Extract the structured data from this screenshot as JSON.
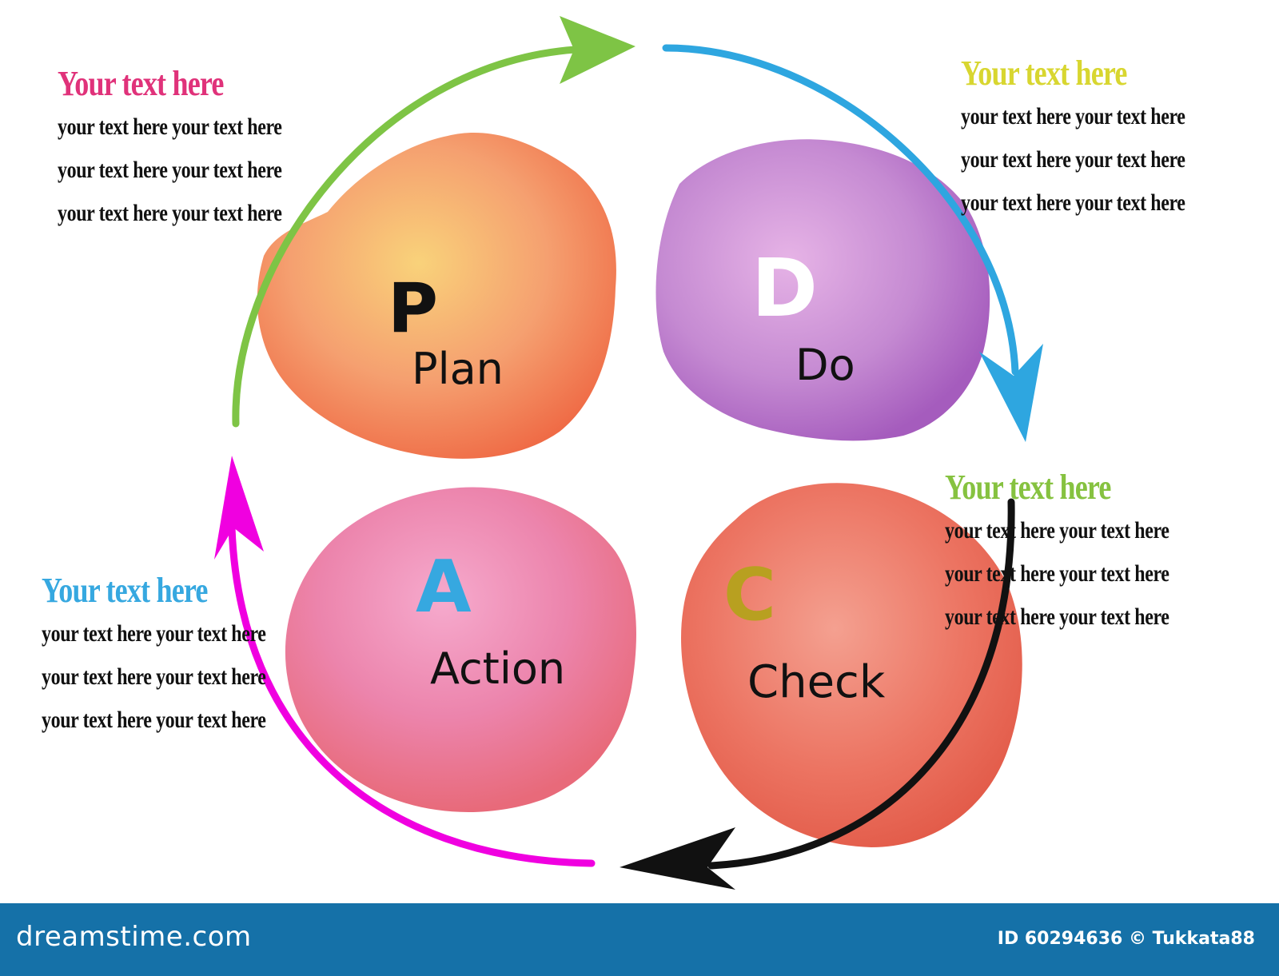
{
  "colors": {
    "plan": "#f3885a",
    "do": "#c07ed0",
    "check": "#ea6e5c",
    "action": "#eb7ca6",
    "arrow_plan_to_do": "#7ec445",
    "arrow_do_to_check": "#2ea6e0",
    "arrow_check_to_action": "#111111",
    "arrow_action_to_plan": "#f000e0",
    "footer": "#1571a8"
  },
  "stages": [
    {
      "id": "plan",
      "letter": "P",
      "label": "Plan",
      "letter_color": "#111111"
    },
    {
      "id": "do",
      "letter": "D",
      "label": "Do",
      "letter_color": "#ffffff"
    },
    {
      "id": "check",
      "letter": "C",
      "label": "Check",
      "letter_color": "#b8a020"
    },
    {
      "id": "action",
      "letter": "A",
      "label": "Action",
      "letter_color": "#36a8e0"
    }
  ],
  "text_blocks": [
    {
      "id": "top-left",
      "heading": "Your text here",
      "heading_color": "#e0327a",
      "lines": [
        "your text here your text here",
        "your text here  your text here",
        "your text here your text here"
      ]
    },
    {
      "id": "top-right",
      "heading": "Your text here",
      "heading_color": "#d8d630",
      "lines": [
        "your text here your text here",
        "your text here  your text here",
        "your text here your text here"
      ]
    },
    {
      "id": "mid-right",
      "heading": "Your text here",
      "heading_color": "#86c240",
      "lines": [
        "your text here your text here",
        "your text here  your text here",
        "your text here your text here"
      ]
    },
    {
      "id": "bottom-left",
      "heading": "Your text here",
      "heading_color": "#36a8e0",
      "lines": [
        "your text here your text here",
        "your text here  your text here",
        "your text here your text here"
      ]
    }
  ],
  "footer": {
    "brand": "dreamstime.com",
    "credit": "ID 60294636 © Tukkata88"
  }
}
